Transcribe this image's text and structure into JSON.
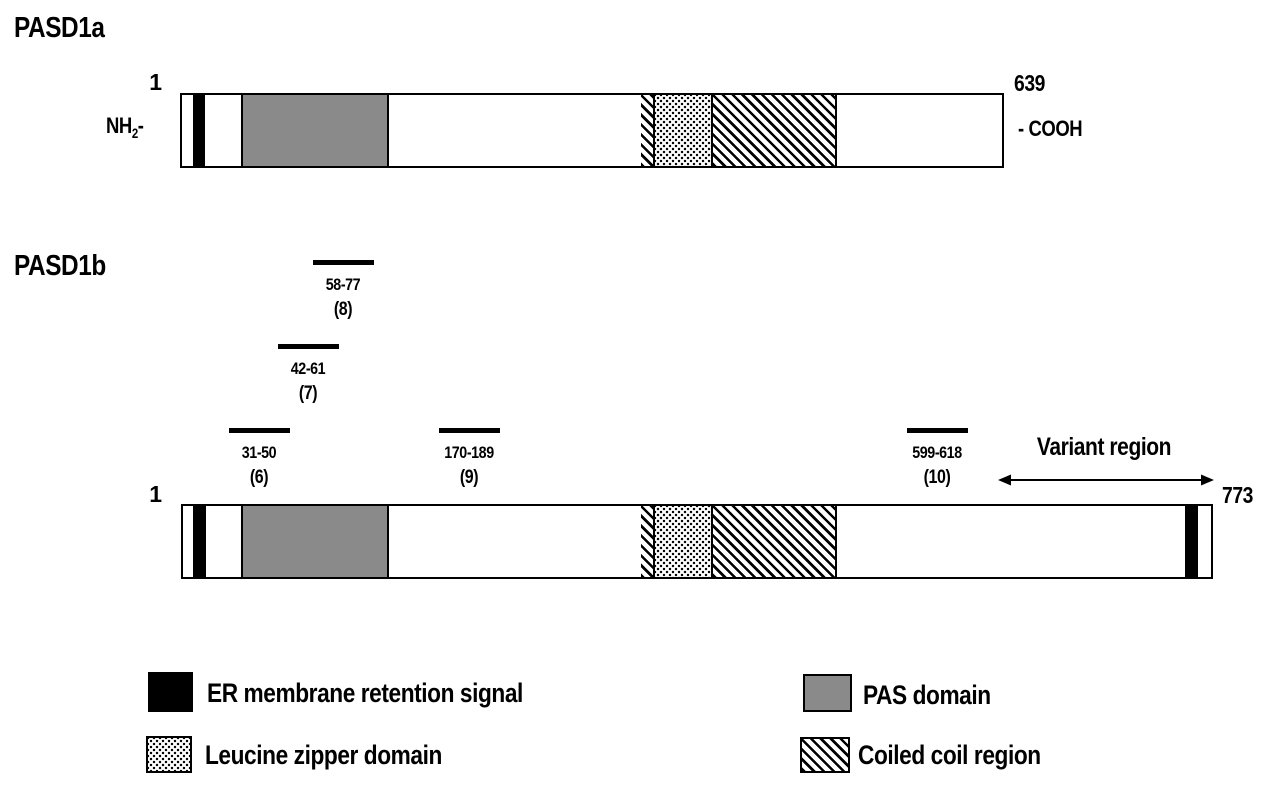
{
  "colors": {
    "background": "#ffffff",
    "black": "#000000",
    "pas_gray": "#8a8a8a"
  },
  "pasd1a": {
    "title": "PASD1a",
    "start": "1",
    "end": "639",
    "nh2_base": "NH",
    "nh2_sub": "2",
    "nh2_dash": "-",
    "cooh": "- COOH",
    "segments": [
      "er-membrane-retention-signal",
      "pas-domain",
      "coiled-coil-region",
      "leucine-zipper-domain",
      "coiled-coil-region"
    ]
  },
  "pasd1b": {
    "title": "PASD1b",
    "start": "1",
    "end": "773",
    "variant_label": "Variant region",
    "segments": [
      "er-membrane-retention-signal",
      "pas-domain",
      "coiled-coil-region",
      "leucine-zipper-domain",
      "coiled-coil-region",
      "er-membrane-retention-signal"
    ]
  },
  "markers": [
    {
      "range": "58-77",
      "clone": "(8)"
    },
    {
      "range": "42-61",
      "clone": "(7)"
    },
    {
      "range": "31-50",
      "clone": "(6)"
    },
    {
      "range": "170-189",
      "clone": "(9)"
    },
    {
      "range": "599-618",
      "clone": "(10)"
    }
  ],
  "legend": [
    {
      "label": "ER membrane retention signal",
      "pattern": "solid-black"
    },
    {
      "label": "Leucine zipper domain",
      "pattern": "dotted"
    },
    {
      "label": "PAS domain",
      "pattern": "solid-gray"
    },
    {
      "label": "Coiled coil region",
      "pattern": "diagonal-hatch"
    }
  ]
}
